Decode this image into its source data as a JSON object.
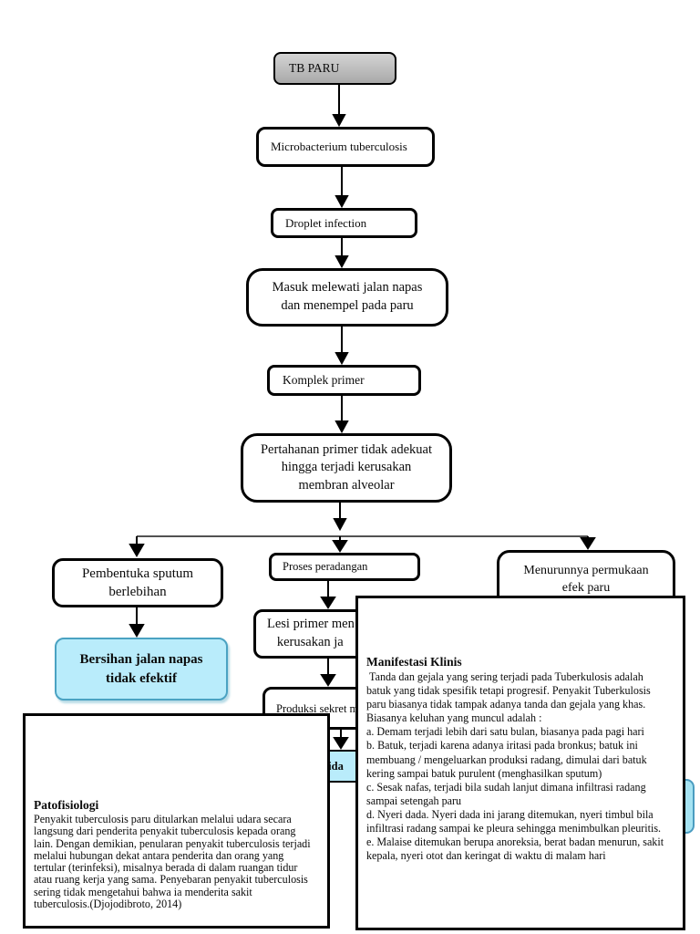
{
  "page": {
    "background_color": "#ffffff",
    "kind": "flowchart-document-page"
  },
  "flowchart": {
    "title_node": "TB PARU",
    "colors": {
      "node_border": "#000000",
      "node_fill": "#ffffff",
      "title_fill_top": "#d4d4d4",
      "title_fill_bottom": "#a9a9a9",
      "diagnosis_fill": "#b9ecfb",
      "diagnosis_border": "#4aa2c2",
      "text": "#0a0a0a"
    },
    "nodes": {
      "tb_paru": {
        "label": "TB PARU"
      },
      "microbacterium": {
        "label": "Microbacterium tuberculosis"
      },
      "droplet": {
        "label": "Droplet infection"
      },
      "masuk": {
        "label": "Masuk melewati jalan napas\ndan menempel pada paru"
      },
      "komplek": {
        "label": "Komplek primer"
      },
      "pertahanan": {
        "label": "Pertahanan primer tidak adekuat\nhingga terjadi kerusakan\nmembran alveolar"
      },
      "pembentuka": {
        "label": "Pembentuka sputum\nberlebihan"
      },
      "bersihan": {
        "label": "Bersihan jalan napas\ntidak efektif"
      },
      "proses": {
        "label": "Proses peradangan"
      },
      "menurunnya": {
        "label": "Menurunnya permukaan\nefek paru"
      },
      "lesi_partial": {
        "label": "Lesi primer men\n   kerusakan ja"
      },
      "produksi_partial": {
        "label": "Produksi sekret m"
      },
      "tidak_fragment": {
        "label": "tida"
      }
    }
  },
  "overlays": {
    "patofisiologi": {
      "title": "Patofisiologi",
      "body": "Penyakit tuberculosis paru ditularkan melalui udara secara\nlangsung dari penderita penyakit tuberculosis kepada orang\nlain. Dengan demikian, penularan penyakit tuberculosis terjadi\nmelalui hubungan dekat antara penderita dan orang yang\ntertular (terinfeksi), misalnya berada di dalam ruangan tidur\natau ruang kerja yang sama. Penyebaran penyakit tuberculosis\nsering tidak mengetahui bahwa ia menderita sakit\ntuberculosis.(Djojodibroto, 2014)"
    },
    "manifestasi": {
      "title": "Manifestasi Klinis",
      "body": " Tanda dan gejala yang sering terjadi pada Tuberkulosis adalah\nbatuk yang tidak spesifik tetapi progresif. Penyakit Tuberkulosis\nparu biasanya tidak tampak adanya tanda dan gejala yang khas.\nBiasanya keluhan yang muncul adalah :\na. Demam terjadi lebih dari satu bulan, biasanya pada pagi hari\nb. Batuk, terjadi karena adanya iritasi pada bronkus; batuk ini\nmembuang / mengeluarkan produksi radang, dimulai dari batuk\nkering sampai batuk purulent (menghasilkan sputum)\nc. Sesak nafas, terjadi bila sudah lanjut dimana infiltrasi radang\nsampai setengah paru\nd. Nyeri dada. Nyeri dada ini jarang ditemukan, nyeri timbul bila\ninfiltrasi radang sampai ke pleura sehingga menimbulkan pleuritis.\ne. Malaise ditemukan berupa anoreksia, berat badan menurun, sakit\nkepala, nyeri otot dan keringat di waktu di malam hari"
    }
  }
}
